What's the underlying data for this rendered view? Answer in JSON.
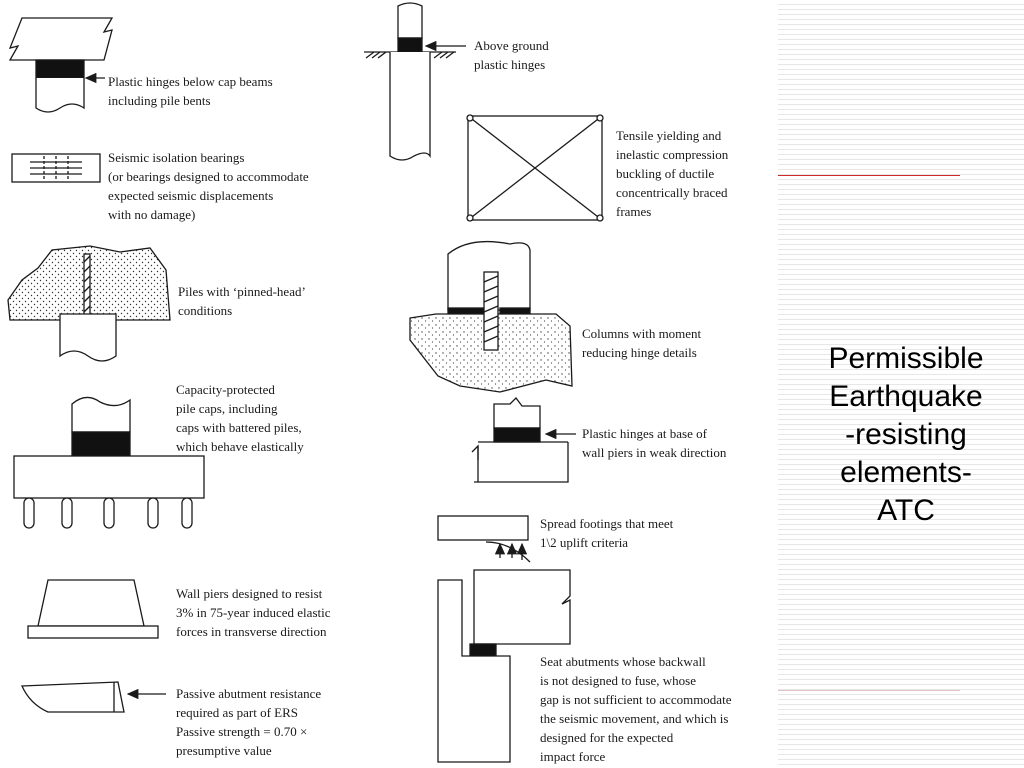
{
  "slide": {
    "title": "Permissible\nEarthquake\n-resisting\nelements-\nATC"
  },
  "colors": {
    "accent_rule": "#cc2a2a",
    "stripe": "#e7e7e7",
    "ink": "#1a1a1a",
    "hinge_fill": "#111111"
  },
  "elements": {
    "left": [
      {
        "id": "plastic-hinges-cap-beams",
        "label": "Plastic hinges below cap beams\nincluding pile bents"
      },
      {
        "id": "seismic-isolation-bearings",
        "label": "Seismic isolation bearings\n(or bearings designed to accommodate\nexpected seismic displacements\nwith no damage)"
      },
      {
        "id": "piles-pinned-head",
        "label": "Piles with ‘pinned-head’\nconditions"
      },
      {
        "id": "capacity-protected-pile-caps",
        "label": "Capacity-protected\npile caps, including\ncaps with battered piles,\nwhich behave elastically"
      },
      {
        "id": "wall-piers-transverse",
        "label": "Wall piers designed to resist\n3% in 75-year induced elastic\nforces in transverse direction"
      },
      {
        "id": "passive-abutment-resistance",
        "label": "Passive abutment resistance\nrequired as part of ERS\nPassive strength = 0.70 ×\npresumptive value"
      }
    ],
    "right": [
      {
        "id": "above-ground-plastic-hinges",
        "label": "Above ground\nplastic hinges"
      },
      {
        "id": "braced-frames",
        "label": "Tensile yielding and\ninelastic compression\nbuckling of ductile\nconcentrically braced\nframes"
      },
      {
        "id": "moment-reducing-hinge",
        "label": "Columns with moment\nreducing hinge details"
      },
      {
        "id": "wall-pier-base-hinges",
        "label": "Plastic hinges at base of\nwall piers in weak direction"
      },
      {
        "id": "spread-footings",
        "label": "Spread footings that meet\n1\\2 uplift criteria"
      },
      {
        "id": "seat-abutments",
        "label": "Seat abutments whose backwall\nis not designed to fuse, whose\ngap is not sufficient to accommodate\nthe seismic movement, and which is\ndesigned for the expected\nimpact force"
      }
    ]
  }
}
